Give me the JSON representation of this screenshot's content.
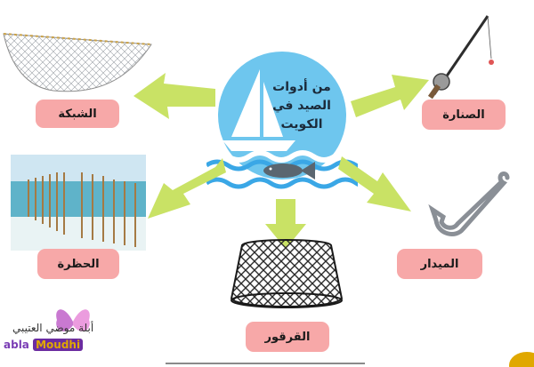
{
  "center": {
    "title": "من أدوات الصيد في الكويت"
  },
  "tools": [
    {
      "id": "net",
      "label": "الشبكة",
      "icon": "fishing-net-image"
    },
    {
      "id": "rod",
      "label": "الصنارة",
      "icon": "fishing-rod-image"
    },
    {
      "id": "weir",
      "label": "الحظرة",
      "icon": "fish-weir-image"
    },
    {
      "id": "hook",
      "label": "الميدار",
      "icon": "fish-hook-image"
    },
    {
      "id": "trap",
      "label": "القرقور",
      "icon": "fish-trap-image"
    }
  ],
  "logo": {
    "arabic": "أبلة موضي العتيبي",
    "latin_1": "abla",
    "latin_2": "Moudhi"
  },
  "colors": {
    "arrow": "#c9e265",
    "label_bg": "#f7a8a8",
    "center_blue": "#6ec6ee",
    "water": "#3aa7e6"
  }
}
